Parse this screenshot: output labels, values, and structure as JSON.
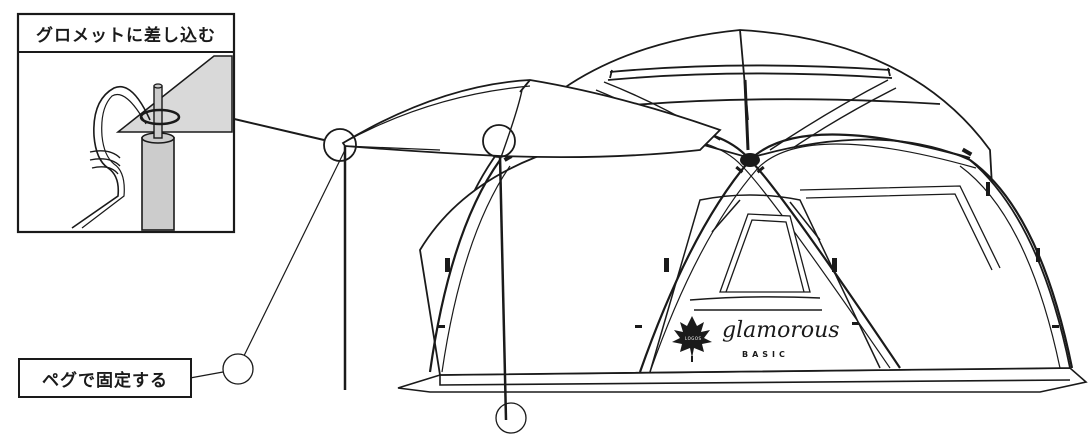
{
  "callouts": {
    "grommet_label": "グロメットに差し込む",
    "peg_label": "ペグで固定する"
  },
  "brand": {
    "name": "glamorous",
    "sub": "BASIC",
    "logo_text": "LOGOS"
  },
  "colors": {
    "line": "#1a1a1a",
    "fill": "#ffffff",
    "shade": "#d9d9d9",
    "pole": "#cccccc"
  },
  "icons": {
    "logo": "maple-leaf-icon"
  }
}
